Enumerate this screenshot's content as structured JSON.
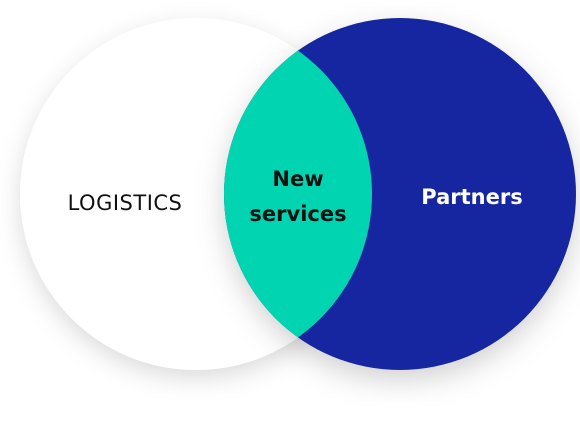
{
  "diagram": {
    "left_circle": {
      "label": "LOGISTICS",
      "fill": "#ffffff",
      "text_color": "#111111"
    },
    "right_circle": {
      "label": "Partners",
      "fill": "#1628a0",
      "text_color": "#ffffff"
    },
    "overlap": {
      "label_line1": "New",
      "label_line2": "services",
      "fill": "#00d4b0",
      "text_color": "#111111"
    }
  }
}
